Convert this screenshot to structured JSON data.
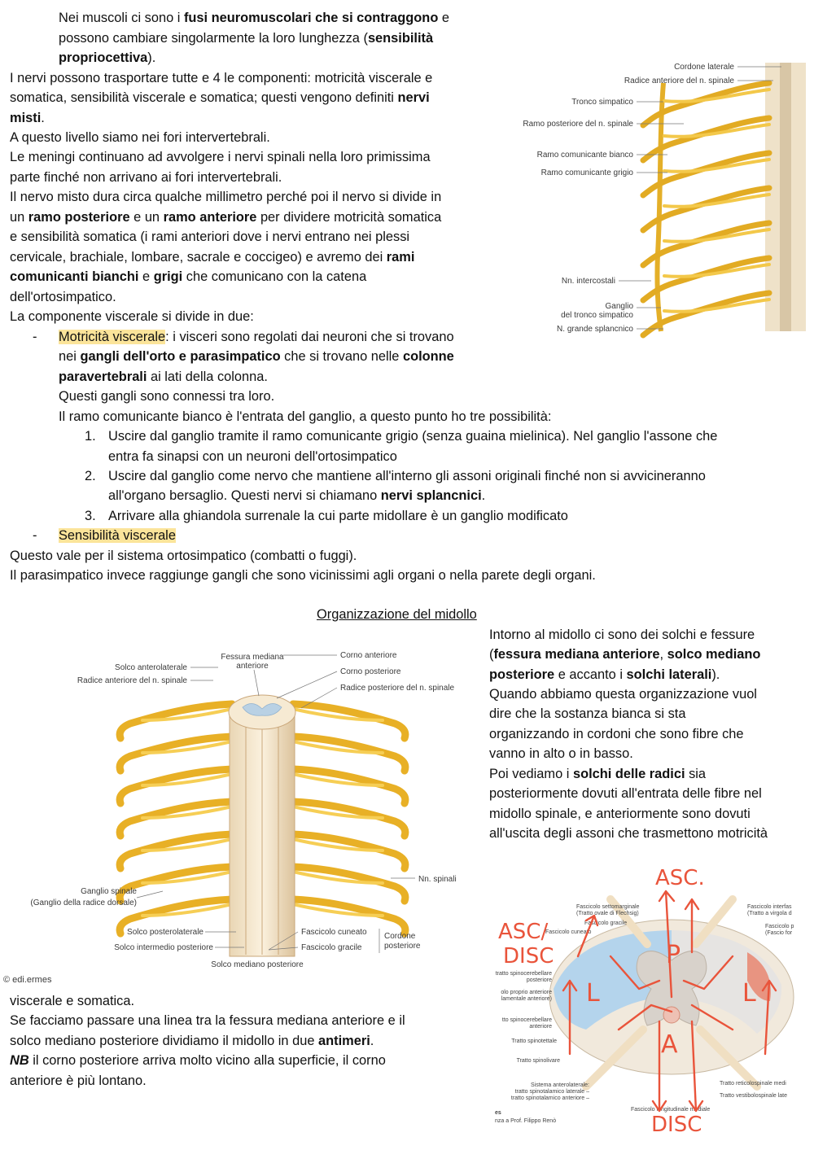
{
  "intro": {
    "l1a": "Nei muscoli ci sono i ",
    "l1b": "fusi neuromuscolari che si contraggono",
    "l1c": " e",
    "l2a": "possono cambiare singolarmente la loro lunghezza (",
    "l2b": "sensibilità",
    "l3a": "propriocettiva",
    "l3b": ").",
    "l4": "I nervi possono trasportare tutte e 4 le componenti: motricità viscerale e",
    "l5a": "somatica, sensibilità viscerale e somatica; questi vengono definiti ",
    "l5b": "nervi",
    "l6a": "misti",
    "l6b": ".",
    "l7": "A questo livello siamo nei fori intervertebrali.",
    "l8": "Le meningi continuano ad avvolgere i nervi spinali nella loro primissima",
    "l9": "parte finché non arrivano ai fori intervertebrali.",
    "l10": "Il nervo misto dura circa qualche millimetro perché poi il nervo si divide in",
    "l11a": "un ",
    "l11b": "ramo posteriore",
    "l11c": " e un ",
    "l11d": "ramo anteriore",
    "l11e": " per dividere motricità somatica",
    "l12": "e sensibilità somatica (i rami anteriori dove i nervi entrano nei plessi",
    "l13a": "cervicale, brachiale, lombare, sacrale e coccigeo) e avremo dei ",
    "l13b": "rami",
    "l14a": "comunicanti bianchi",
    "l14b": " e ",
    "l14c": "grigi",
    "l14d": " che comunicano con la catena",
    "l15": "dell'ortosimpatico.",
    "l16": "La componente viscerale si divide in due:"
  },
  "bullets": {
    "dash": "-",
    "b1_hl": "Motricità viscerale",
    "b1a": ": i visceri sono regolati dai neuroni che si trovano",
    "b1b_a": "nei ",
    "b1b_b": "gangli dell'orto e parasimpatico",
    "b1b_c": " che si trovano nelle ",
    "b1b_d": "colonne",
    "b1c_a": "paravertebrali",
    "b1c_b": " ai lati della colonna.",
    "b1d": "Questi gangli sono connessi tra loro.",
    "b1e": "Il ramo comunicante bianco è l'entrata del ganglio, a questo punto ho tre possibilità:",
    "n1": "1.",
    "n1a": "Uscire dal ganglio tramite il ramo comunicante grigio (senza guaina mielinica). Nel ganglio l'assone che",
    "n1b": "entra fa sinapsi con un neuroni dell'ortosimpatico",
    "n2": "2.",
    "n2a": "Uscire dal ganglio come nervo che mantiene all'interno gli assoni originali finché non si avvicineranno",
    "n2b_a": "all'organo bersaglio. Questi nervi si chiamano ",
    "n2b_b": "nervi splancnici",
    "n2b_c": ".",
    "n3": "3.",
    "n3a": "Arrivare alla ghiandola surrenale la cui parte midollare è un ganglio modificato",
    "b2_hl": "Sensibilità viscerale"
  },
  "after": {
    "l1": "Questo vale per il sistema ortosimpatico (combatti o fuggi).",
    "l2": "Il parasimpatico invece raggiunge gangli che sono vicinissimi agli organi o nella parete degli organi."
  },
  "section": {
    "title": "Organizzazione del midollo",
    "r1": "Intorno al midollo ci sono dei solchi e fessure",
    "r2a": "(",
    "r2b": "fessura mediana anteriore",
    "r2c": ", ",
    "r2d": "solco mediano",
    "r3a": "posteriore",
    "r3b": " e accanto i ",
    "r3c": "solchi laterali",
    "r3d": ").",
    "r4": "Quando abbiamo questa organizzazione vuol",
    "r5": "dire che la sostanza bianca si sta",
    "r6": "organizzando in cordoni che sono fibre che",
    "r7": "vanno in alto o in basso.",
    "r8a": "Poi vediamo i ",
    "r8b": "solchi delle radici",
    "r8c": " sia",
    "r9": "posteriormente dovuti all'entrata delle fibre nel",
    "r10": "midollo spinale, e anteriormente sono dovuti",
    "r11": "all'uscita degli assoni che trasmettono motricità",
    "c1": "viscerale e somatica.",
    "c2": "Se facciamo passare una linea tra la fessura mediana anteriore e il",
    "c3a": "solco mediano posteriore dividiamo il midollo in due ",
    "c3b": "antimeri",
    "c3c": ".",
    "c4a": "NB",
    "c4b": " il corno posteriore arriva molto vicino alla superficie, il corno",
    "c5": "anteriore è più lontano."
  },
  "figure1": {
    "labels": [
      "Cordone laterale",
      "Radice anteriore del n. spinale",
      "Tronco simpatico",
      "Ramo posteriore del n. spinale",
      "Ramo comunicante bianco",
      "Ramo comunicante grigio",
      "Nn. intercostali",
      "Ganglio",
      "del tronco simpatico",
      "N. grande splancnico"
    ]
  },
  "figure2": {
    "labels": [
      "Solco anterolaterale",
      "Radice anteriore del n. spinale",
      "Fessura mediana",
      "anteriore",
      "Corno anteriore",
      "Corno posteriore",
      "Radice posteriore del n. spinale",
      "Nn. spinali",
      "Ganglio spinale",
      "(Ganglio della radice dorsale)",
      "Solco posterolaterale",
      "Solco intermedio posteriore",
      "Fascicolo cuneato",
      "Fascicolo gracile",
      "Cordone",
      "posteriore",
      "Solco mediano posteriore"
    ],
    "credit": "© edi.ermes"
  },
  "figure3": {
    "labels": [
      "Fascicolo settomarginale",
      "(Tratto ovale di Flechsig)",
      "Fascicolo gracile",
      "Fascicolo cuneato",
      "Fascicolo interfas",
      "(Tratto a virgola d",
      "Fascicolo p",
      "(Fascio for",
      "tratto spinocerebellare",
      "posteriore",
      "olo proprio anteriore",
      "lamentale anteriore)",
      "tto spinocerebellare",
      "anteriore",
      "Tratto spinotettale",
      "Tratto spinolivare",
      "Sistema anterolaterale:",
      "tratto spinotalamico laterale –",
      "tratto spinotalamico anteriore –",
      "Tratto reticolospinale medi",
      "Tratto vestibolospinale late",
      "Fascicolo longitudinale mediale"
    ],
    "credit_a": "es",
    "credit_b": "nza a Prof. Filippo Renò",
    "hand": {
      "asc_top": "ASC.",
      "asc_left": "ASC/",
      "disc_left": "DISC",
      "disc_bottom": "DISC",
      "p": "P",
      "l_left": "L",
      "l_right": "L",
      "a": "A"
    }
  }
}
